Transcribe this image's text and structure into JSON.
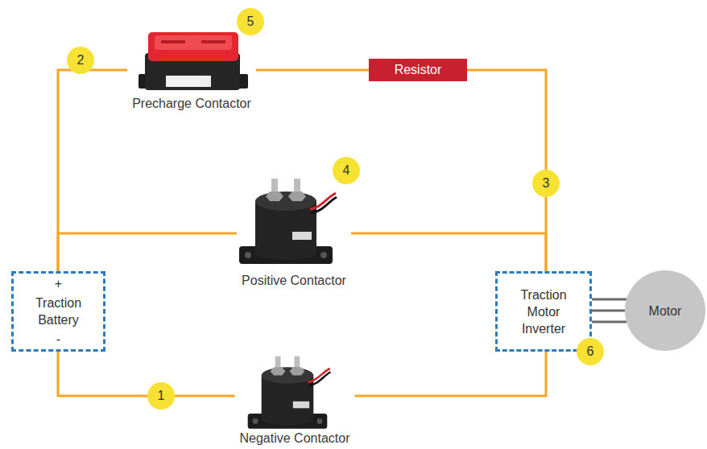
{
  "diagram": {
    "nodes": [
      {
        "text": [
          "+",
          "Traction Battery",
          "-"
        ]
      },
      {
        "text": [
          "Precharge Contactor"
        ]
      },
      {
        "text": [
          "Resistor"
        ]
      },
      {
        "text": [
          "Positive Contactor"
        ]
      },
      {
        "text": [
          "Negative Contactor"
        ]
      },
      {
        "text": [
          "Traction Motor Inverter"
        ]
      },
      {
        "text": [
          "Motor"
        ]
      }
    ],
    "edges": [
      {
        "from": 0,
        "to": 1,
        "arrow": "none"
      },
      {
        "from": 1,
        "to": 2,
        "arrow": "none"
      },
      {
        "from": 2,
        "to": 5,
        "arrow": "none"
      },
      {
        "from": 0,
        "to": 3,
        "arrow": "none"
      },
      {
        "from": 3,
        "to": 5,
        "arrow": "none"
      },
      {
        "from": 0,
        "to": 4,
        "arrow": "none"
      },
      {
        "from": 4,
        "to": 5,
        "arrow": "none"
      },
      {
        "from": 5,
        "to": 6,
        "arrow": "none"
      },
      {
        "from": 5,
        "to": 6,
        "arrow": "none"
      },
      {
        "from": 5,
        "to": 6,
        "arrow": "none"
      }
    ],
    "labels": [
      "5",
      "2",
      "4",
      "3",
      "6",
      "1"
    ]
  }
}
